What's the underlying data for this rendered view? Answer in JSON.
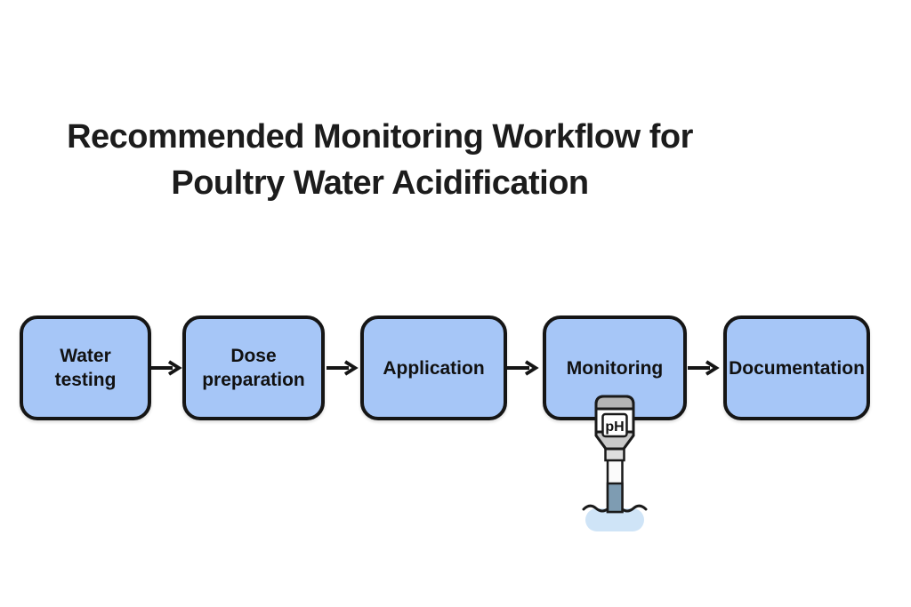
{
  "title": {
    "line1": "Recommended Monitoring Workflow for",
    "line2": "Poultry Water Acidification"
  },
  "steps": [
    {
      "label": "Water testing"
    },
    {
      "label": "Dose preparation"
    },
    {
      "label": "Application"
    },
    {
      "label": "Monitoring"
    },
    {
      "label": "Documentation"
    }
  ],
  "ph_probe": {
    "label": "pH"
  },
  "colors": {
    "box_fill": "#a6c6f7",
    "box_border": "#151515",
    "arrow": "#151515",
    "title_text": "#1c1c1c",
    "probe_cap_gray": "#b4b4b4",
    "probe_band_gray": "#c9c9c9",
    "probe_collar_gray": "#dedede",
    "probe_tip_blue": "#7e9cb2",
    "water_fill": "#cfe4f7"
  }
}
